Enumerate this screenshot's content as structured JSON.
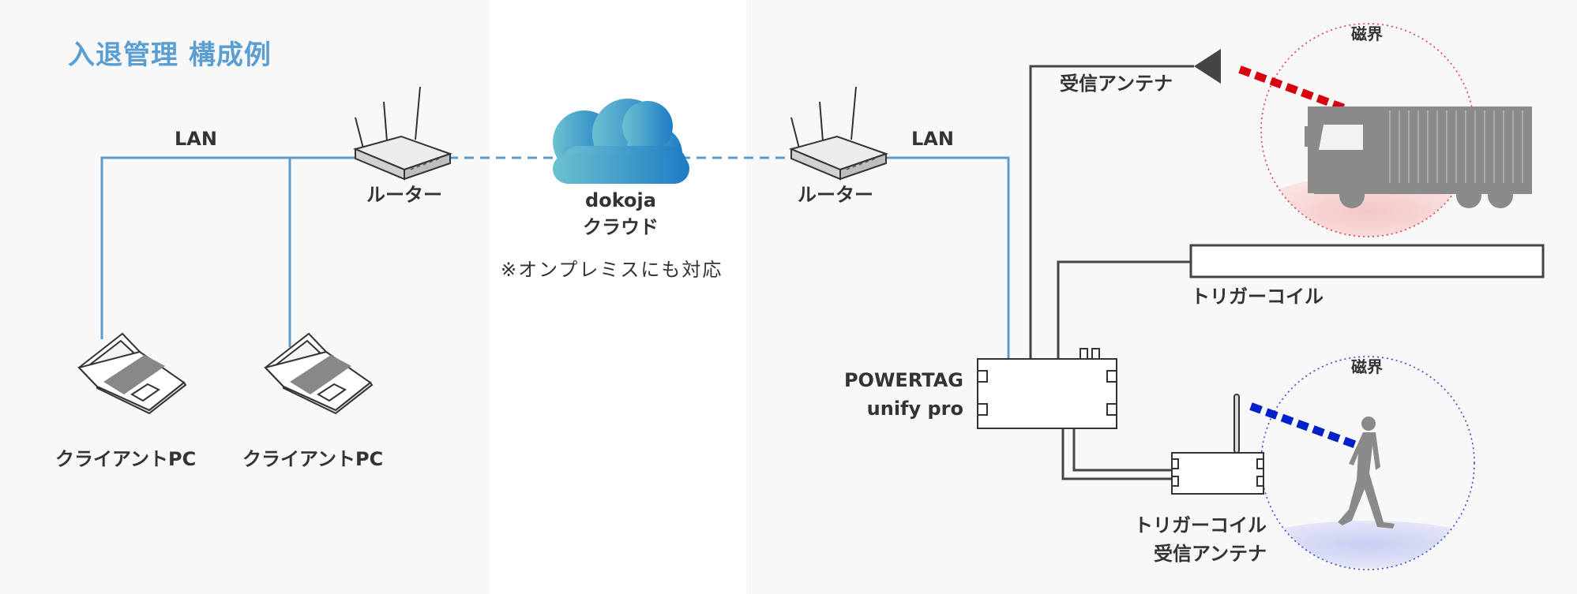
{
  "title": "入退管理 構成例",
  "colors": {
    "line_blue": "#5e9bcd",
    "line_gray": "#444444",
    "title_blue": "#5a9ed2",
    "cloud_left": "#6cc0d0",
    "cloud_right": "#1e7cc4",
    "signal_red": "#d7000f",
    "signal_blue": "#0020c8",
    "field_red": "#e83030",
    "field_blue": "#2a3fd0",
    "silhouette": "#8a8a8a"
  },
  "labels": {
    "lan_left": "LAN",
    "lan_right": "LAN",
    "router_left": "ルーター",
    "router_right": "ルーター",
    "cloud_name": "dokoja",
    "cloud_sub": "クラウド",
    "onpremise_note": "※オンプレミスにも対応",
    "client_pc_1": "クライアントPC",
    "client_pc_2": "クライアントPC",
    "receive_antenna": "受信アンテナ",
    "magnetic_field_top": "磁界",
    "magnetic_field_bottom": "磁界",
    "trigger_coil": "トリガーコイル",
    "powertag_line1": "POWERTAG",
    "powertag_line2": "unify pro",
    "trigger_coil_antenna_line1": "トリガーコイル",
    "trigger_coil_antenna_line2": "受信アンテナ"
  },
  "icons": [
    "router-icon",
    "cloud-icon",
    "laptop-icon",
    "antenna-icon",
    "truck-icon",
    "person-icon",
    "device-box-icon",
    "trigger-coil-icon"
  ]
}
